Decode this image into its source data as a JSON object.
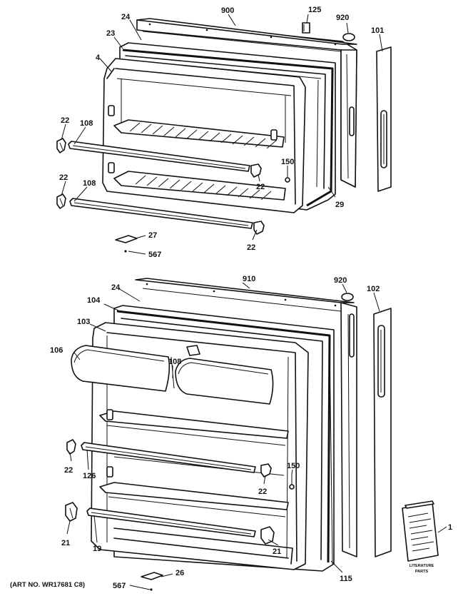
{
  "art_number": "(ART NO. WR17681 C8)",
  "literature_label": [
    "LITERATURE",
    "PARTS"
  ],
  "callouts": {
    "upper": [
      {
        "id": "u-900",
        "text": "900"
      },
      {
        "id": "u-125",
        "text": "125"
      },
      {
        "id": "u-920",
        "text": "920"
      },
      {
        "id": "u-101",
        "text": "101"
      },
      {
        "id": "u-24",
        "text": "24"
      },
      {
        "id": "u-23",
        "text": "23"
      },
      {
        "id": "u-4",
        "text": "4"
      },
      {
        "id": "u-22a",
        "text": "22"
      },
      {
        "id": "u-108a",
        "text": "108"
      },
      {
        "id": "u-22b",
        "text": "22"
      },
      {
        "id": "u-108b",
        "text": "108"
      },
      {
        "id": "u-150",
        "text": "150"
      },
      {
        "id": "u-22c",
        "text": "22"
      },
      {
        "id": "u-29",
        "text": "29"
      },
      {
        "id": "u-27",
        "text": "27"
      },
      {
        "id": "u-567",
        "text": "567"
      },
      {
        "id": "u-22d",
        "text": "22"
      }
    ],
    "lower": [
      {
        "id": "l-910",
        "text": "910"
      },
      {
        "id": "l-920",
        "text": "920"
      },
      {
        "id": "l-102",
        "text": "102"
      },
      {
        "id": "l-24",
        "text": "24"
      },
      {
        "id": "l-104",
        "text": "104"
      },
      {
        "id": "l-103",
        "text": "103"
      },
      {
        "id": "l-106",
        "text": "106"
      },
      {
        "id": "l-108",
        "text": "108"
      },
      {
        "id": "l-22a",
        "text": "22"
      },
      {
        "id": "l-126",
        "text": "126"
      },
      {
        "id": "l-150",
        "text": "150"
      },
      {
        "id": "l-22b",
        "text": "22"
      },
      {
        "id": "l-21a",
        "text": "21"
      },
      {
        "id": "l-19",
        "text": "19"
      },
      {
        "id": "l-21b",
        "text": "21"
      },
      {
        "id": "l-115",
        "text": "115"
      },
      {
        "id": "l-1",
        "text": "1"
      },
      {
        "id": "l-26",
        "text": "26"
      },
      {
        "id": "l-567",
        "text": "567"
      }
    ]
  }
}
